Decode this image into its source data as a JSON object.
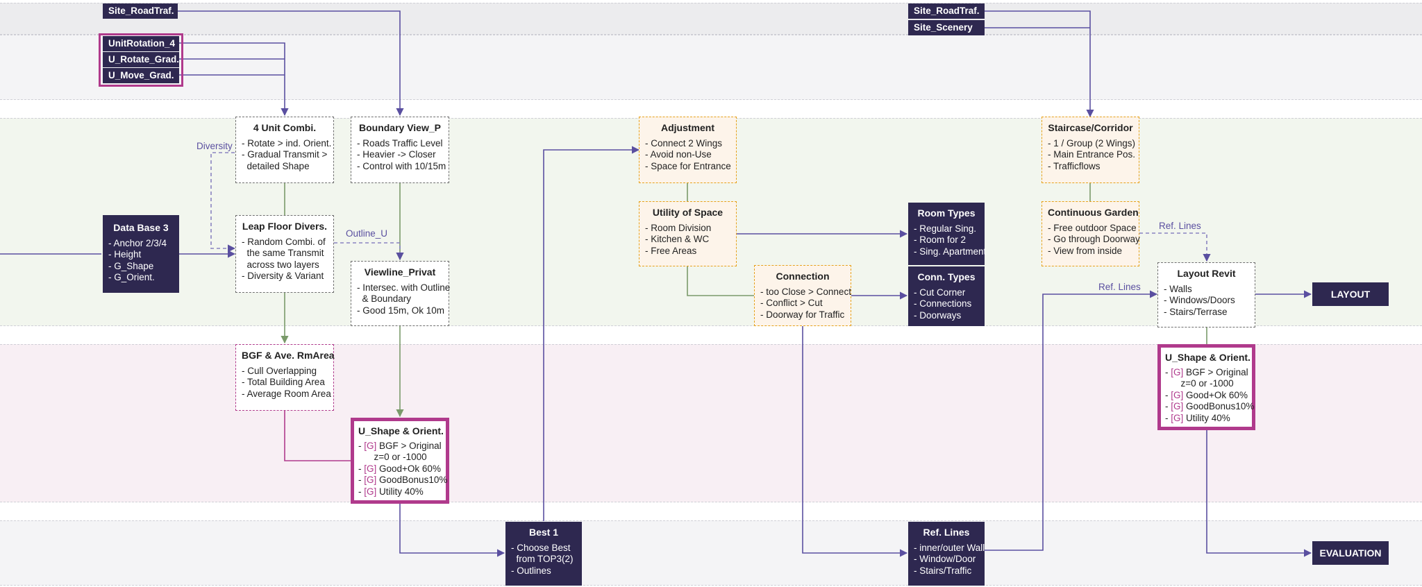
{
  "colors": {
    "dark_node": "#2e2850",
    "accent_pink": "#b03a8c",
    "accent_orange": "#e6a11a",
    "orange_fill": "#fdf4ea",
    "wire_purple": "#5a4fa0",
    "wire_green": "#7a9a6a"
  },
  "inputs": {
    "site_roadtraf_left": "Site_RoadTraf.",
    "unit_rotation": "UnitRotation_4",
    "u_rotate_grad": "U_Rotate_Grad.",
    "u_move_grad": "U_Move_Grad.",
    "site_roadtraf_right": "Site_RoadTraf.",
    "site_scenery": "Site_Scenery"
  },
  "nodes": {
    "database": {
      "title": "Data Base 3",
      "lines": [
        "- Anchor 2/3/4",
        "- Height",
        "- G_Shape",
        "- G_Orient."
      ]
    },
    "unit_combi": {
      "title": "4 Unit Combi.",
      "lines": [
        "- Rotate > ind. Orient.",
        "- Gradual Transmit >",
        "  detailed Shape"
      ]
    },
    "boundary_view": {
      "title": "Boundary View_P",
      "lines": [
        "- Roads Traffic Level",
        "- Heavier -> Closer",
        "- Control with 10/15m"
      ]
    },
    "leap_floor": {
      "title": "Leap Floor Divers.",
      "lines": [
        "- Random Combi. of",
        "  the same Transmit",
        "  across two layers",
        "- Diversity & Variant"
      ]
    },
    "viewline": {
      "title": "Viewline_Privat",
      "lines": [
        "- Intersec. with Outline",
        "  & Boundary",
        "- Good 15m, Ok 10m"
      ]
    },
    "bgf": {
      "title": "BGF & Ave. RmArea",
      "lines": [
        "- Cull Overlapping",
        "- Total Building Area",
        "- Average Room Area"
      ]
    },
    "ushape_left": {
      "title": "U_Shape & Orient.",
      "lines": [
        {
          "prefix": "- ",
          "g": "[G]",
          "text": " BGF > Original"
        },
        {
          "prefix": "",
          "g": "",
          "text": "      z=0 or -1000"
        },
        {
          "prefix": "- ",
          "g": "[G]",
          "text": " Good+Ok 60%"
        },
        {
          "prefix": "- ",
          "g": "[G]",
          "text": " GoodBonus10%"
        },
        {
          "prefix": "- ",
          "g": "[G]",
          "text": " Utility 40%"
        }
      ]
    },
    "best1": {
      "title": "Best 1",
      "lines": [
        "- Choose Best",
        "  from TOP3(2)",
        "- Outlines"
      ]
    },
    "adjustment": {
      "title": "Adjustment",
      "lines": [
        "- Connect 2 Wings",
        "- Avoid non-Use",
        "- Space for Entrance"
      ]
    },
    "utility": {
      "title": "Utility of Space",
      "lines": [
        "- Room Division",
        "- Kitchen & WC",
        "- Free Areas"
      ]
    },
    "connection": {
      "title": "Connection",
      "lines": [
        "- too Close > Connect",
        "- Conflict > Cut",
        "- Doorway for Traffic"
      ]
    },
    "room_types": {
      "title": "Room Types",
      "lines": [
        "- Regular Sing.",
        "- Room for 2",
        "- Sing. Apartment"
      ]
    },
    "conn_types": {
      "title": "Conn. Types",
      "lines": [
        "- Cut Corner",
        "- Connections",
        "- Doorways"
      ]
    },
    "ref_lines": {
      "title": "Ref. Lines",
      "lines": [
        "- inner/outer Wall",
        "- Window/Door",
        "- Stairs/Traffic"
      ]
    },
    "staircase": {
      "title": "Staircase/Corridor",
      "lines": [
        "- 1 / Group (2 Wings)",
        "- Main Entrance Pos.",
        "- Trafficflows"
      ]
    },
    "garden": {
      "title": "Continuous Garden",
      "lines": [
        "- Free outdoor Space",
        "- Go through Doorway",
        "- View from inside"
      ]
    },
    "layout_revit": {
      "title": "Layout Revit",
      "lines": [
        "- Walls",
        "- Windows/Doors",
        "- Stairs/Terrase"
      ]
    },
    "ushape_right": {
      "title": "U_Shape & Orient.",
      "lines": [
        {
          "prefix": "- ",
          "g": "[G]",
          "text": " BGF > Original"
        },
        {
          "prefix": "",
          "g": "",
          "text": "      z=0 or -1000"
        },
        {
          "prefix": "- ",
          "g": "[G]",
          "text": " Good+Ok 60%"
        },
        {
          "prefix": "- ",
          "g": "[G]",
          "text": " GoodBonus10%"
        },
        {
          "prefix": "- ",
          "g": "[G]",
          "text": " Utility 40%"
        }
      ]
    }
  },
  "outputs": {
    "layout": "LAYOUT",
    "evaluation": "EVALUATION"
  },
  "edge_labels": {
    "diversity": "Diversity",
    "outline_u": "Outline_U",
    "ref_lines_garden": "Ref. Lines",
    "ref_lines_lower": "Ref. Lines"
  }
}
